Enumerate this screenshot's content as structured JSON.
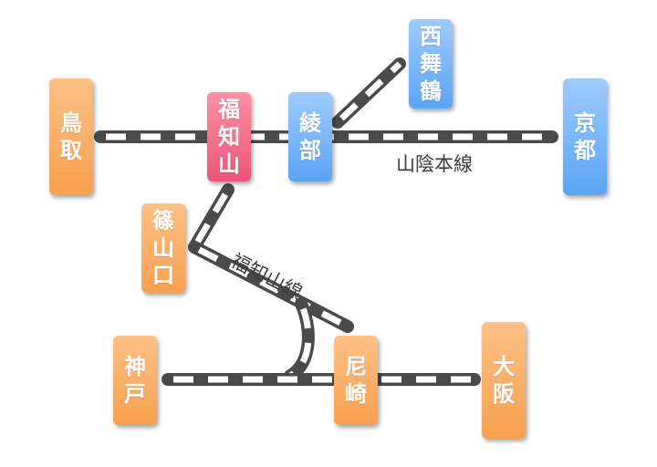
{
  "colors": {
    "track": "#4a4a4a",
    "sleeper": "#ffffff",
    "station_orange": "#f7a150",
    "station_blue": "#5aa5f5",
    "station_pink": "#ea5677"
  },
  "stations": {
    "tottori": {
      "name": "鳥取",
      "chars": [
        "鳥",
        "取"
      ]
    },
    "fukuchiyama": {
      "name": "福知山",
      "chars": [
        "福",
        "知",
        "山"
      ]
    },
    "ayabe": {
      "name": "綾部",
      "chars": [
        "綾",
        "部"
      ]
    },
    "nishimaizuru": {
      "name": "西舞鶴",
      "chars": [
        "西",
        "舞",
        "鶴"
      ]
    },
    "kyoto": {
      "name": "京都",
      "chars": [
        "京",
        "都"
      ]
    },
    "sasayamaguchi": {
      "name": "篠山口",
      "chars": [
        "篠",
        "山",
        "口"
      ]
    },
    "kobe": {
      "name": "神戸",
      "chars": [
        "神",
        "戸"
      ]
    },
    "amagasaki": {
      "name": "尼崎",
      "chars": [
        "尼",
        "崎"
      ]
    },
    "osaka": {
      "name": "大阪",
      "chars": [
        "大",
        "阪"
      ]
    }
  },
  "lines": {
    "sanin": "山陰本線",
    "fukuchiyama": "福知山線"
  }
}
